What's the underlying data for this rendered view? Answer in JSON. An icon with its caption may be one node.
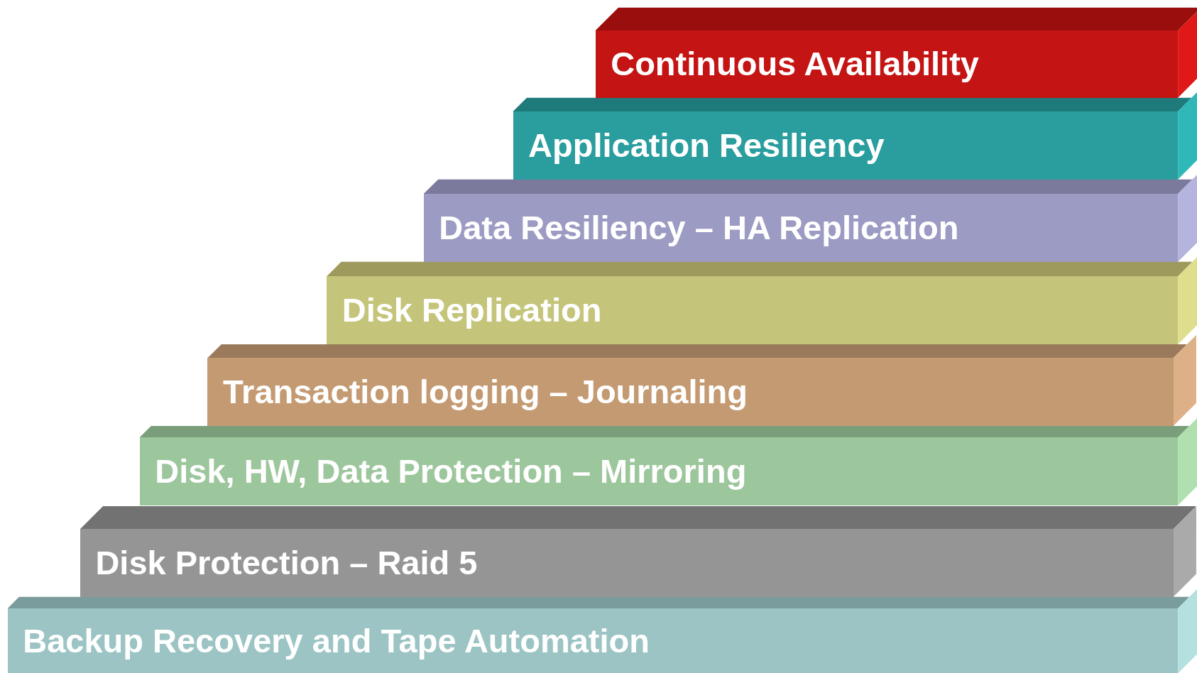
{
  "diagram": {
    "nodes": [
      {
        "text": [
          "Continuous Availability"
        ]
      },
      {
        "text": [
          "Application Resiliency"
        ]
      },
      {
        "text": [
          "Data Resiliency – HA Replication"
        ]
      },
      {
        "text": [
          "Disk Replication"
        ]
      },
      {
        "text": [
          "Transaction logging – Journaling"
        ]
      },
      {
        "text": [
          "Disk, HW, Data Protection – Mirroring"
        ]
      },
      {
        "text": [
          "Disk Protection – Raid 5"
        ]
      },
      {
        "text": [
          "Backup Recovery and Tape Automation"
        ]
      }
    ]
  }
}
